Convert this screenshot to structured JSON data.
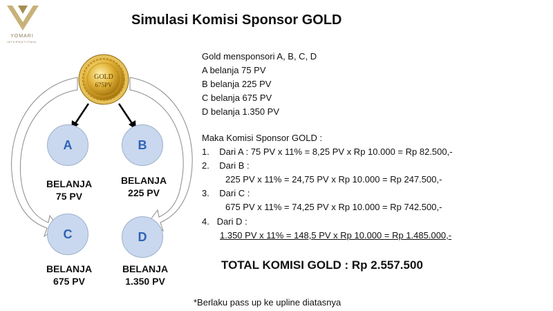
{
  "logo": {
    "name": "YOMARI",
    "sub": "INTERNATIONAL"
  },
  "title": "Simulasi Komisi Sponsor GOLD",
  "coin": {
    "line1": "GOLD",
    "line2": "675PV"
  },
  "nodes": [
    {
      "letter": "A",
      "label1": "BELANJA",
      "label2": "75 PV"
    },
    {
      "letter": "B",
      "label1": "BELANJA",
      "label2": "225 PV"
    },
    {
      "letter": "C",
      "label1": "BELANJA",
      "label2": "675 PV"
    },
    {
      "letter": "D",
      "label1": "BELANJA",
      "label2": "1.350 PV"
    }
  ],
  "info": {
    "header": "Gold mensponsori A, B, C, D",
    "purchases": [
      "A belanja 75 PV",
      "B belanja 225 PV",
      "C belanja 675 PV",
      "D belanja 1.350 PV"
    ],
    "commission_title": "Maka Komisi Sponsor GOLD :",
    "items": [
      {
        "num": "1.",
        "label": "Dari A : 75 PV x 11% = 8,25 PV x Rp 10.000 = Rp 82.500,-"
      },
      {
        "num": "2.",
        "label": "Dari B :",
        "detail": "225 PV x 11% = 24,75 PV x Rp 10.000 = Rp 247.500,-"
      },
      {
        "num": "3.",
        "label": "Dari C :",
        "detail": "675 PV x 11% = 74,25 PV x Rp 10.000 = Rp 742.500,-"
      },
      {
        "num": "4.",
        "label": "Dari D :",
        "detail": "1.350 PV x 11% = 148,5 PV x Rp 10.000 = Rp 1.485.000,-"
      }
    ],
    "total": "TOTAL KOMISI GOLD : Rp 2.557.500"
  },
  "footnote": "*Berlaku pass up ke upline diatasnya",
  "colors": {
    "node_fill": "#c9d8ee",
    "node_text": "#2f63b5",
    "gold": "#d4a017"
  }
}
